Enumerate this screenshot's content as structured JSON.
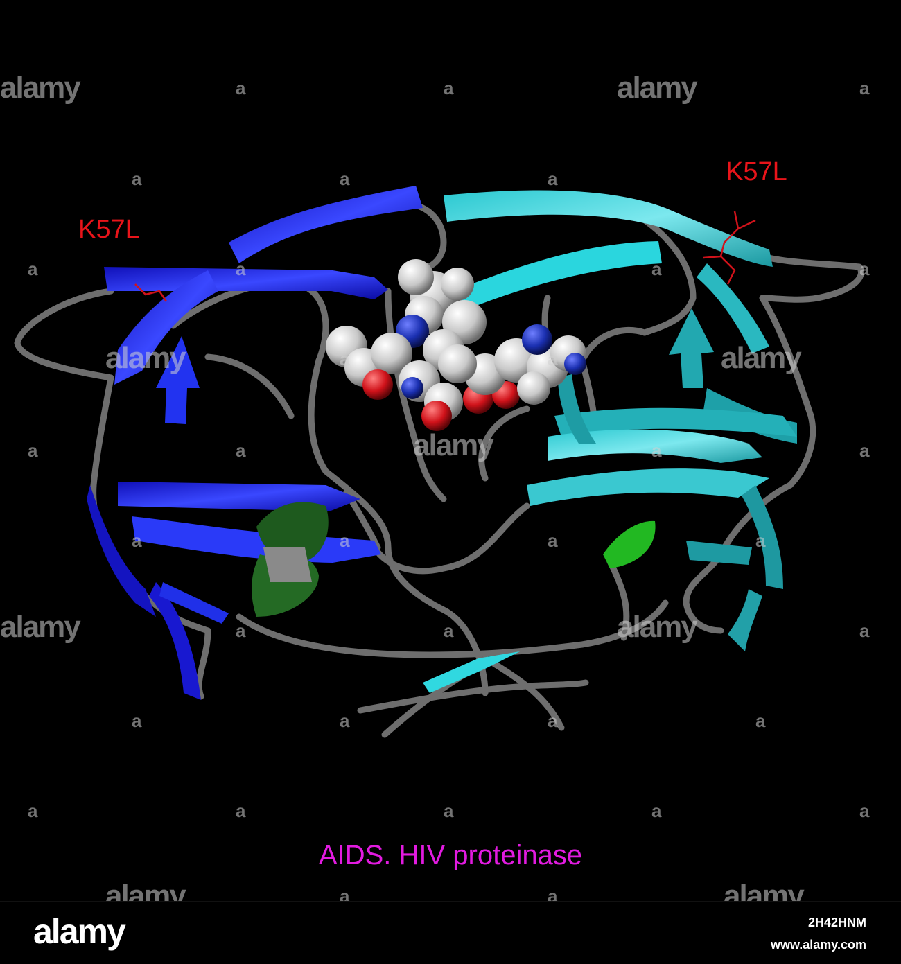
{
  "figure": {
    "caption": "AIDS. HIV proteinase",
    "mutation_labels": [
      "K57L",
      "K57L"
    ],
    "colors": {
      "background": "#000000",
      "chain_a": "#1a1adc",
      "chain_b": "#26c4cc",
      "helix": "#1e6b1e",
      "loop": "#6e6e6e",
      "carbon": "#d8d8d8",
      "nitrogen": "#1a2fb0",
      "oxygen": "#d0121a",
      "label": "#e8141a",
      "caption": "#e21be0"
    }
  },
  "watermark": {
    "word": "alamy",
    "mark": "a"
  },
  "footer": {
    "brand": "alamy",
    "image_id": "2H42HNM",
    "site": "www.alamy.com"
  }
}
